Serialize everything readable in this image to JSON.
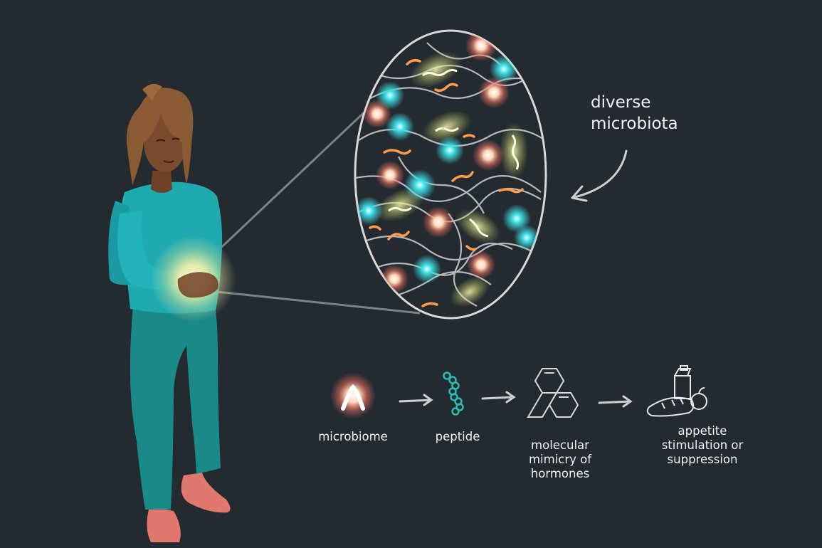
{
  "callout": {
    "line1": "diverse",
    "line2": "microbiota"
  },
  "pathway": {
    "steps": [
      {
        "label": "microbiome"
      },
      {
        "label": "peptide"
      },
      {
        "label": "molecular mimicry of hormones",
        "lines": [
          "molecular",
          "mimicry of",
          "hormones"
        ]
      },
      {
        "label": "appetite stimulation or suppression",
        "lines": [
          "appetite",
          "stimulation or",
          "suppression"
        ]
      }
    ]
  },
  "colors": {
    "background": "#232b31",
    "shirt": "#1faab0",
    "pants": "#1a8a88",
    "shoes": "#e0786e",
    "skin": "#7a4a2c",
    "hair": "#8a5a32",
    "bacteria_teal": "#3ee0e6",
    "bacteria_orange": "#ff9a4a",
    "bacteria_yellow": "#d8e27a",
    "glow_core": "#fff6c8",
    "line": "#c8c8c8"
  },
  "icons": [
    "microbiome-icon",
    "peptide-chain-icon",
    "hormone-molecule-icon",
    "food-icon",
    "arrow-icon"
  ]
}
